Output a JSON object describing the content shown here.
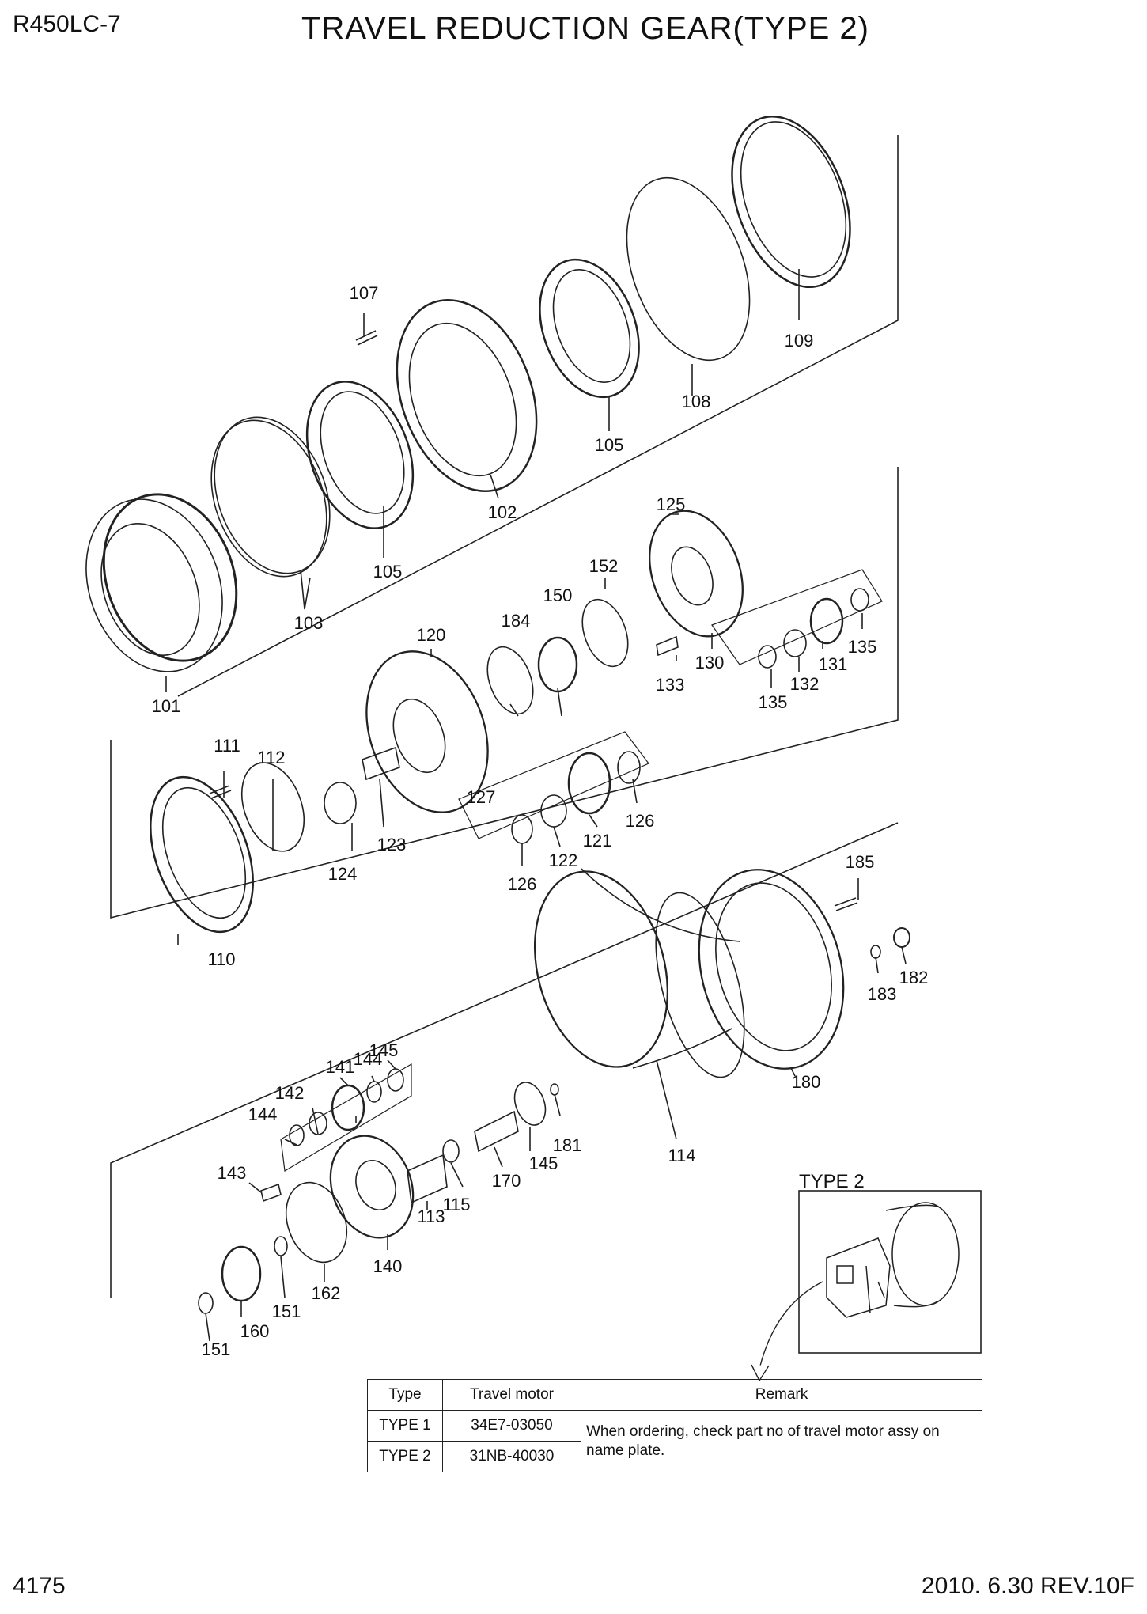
{
  "header": {
    "model": "R450LC-7",
    "title": "TRAVEL REDUCTION GEAR(TYPE 2)"
  },
  "footer": {
    "page": "4175",
    "revision": "2010. 6.30  REV.10F"
  },
  "inset": {
    "title": "TYPE 2"
  },
  "callouts": [
    "101",
    "102",
    "103",
    "105",
    "105",
    "107",
    "108",
    "109",
    "110",
    "111",
    "112",
    "113",
    "114",
    "115",
    "120",
    "121",
    "122",
    "123",
    "124",
    "125",
    "126",
    "126",
    "127",
    "130",
    "131",
    "132",
    "133",
    "135",
    "135",
    "140",
    "141",
    "142",
    "143",
    "144",
    "144",
    "145",
    "145",
    "150",
    "151",
    "151",
    "152",
    "160",
    "162",
    "170",
    "180",
    "181",
    "182",
    "183",
    "184",
    "185"
  ],
  "table": {
    "headers": [
      "Type",
      "Travel motor",
      "Remark"
    ],
    "rows": [
      {
        "type": "TYPE 1",
        "motor": "34E7-03050"
      },
      {
        "type": "TYPE 2",
        "motor": "31NB-40030"
      }
    ],
    "remark": "When ordering, check part no of travel motor assy on name plate."
  }
}
